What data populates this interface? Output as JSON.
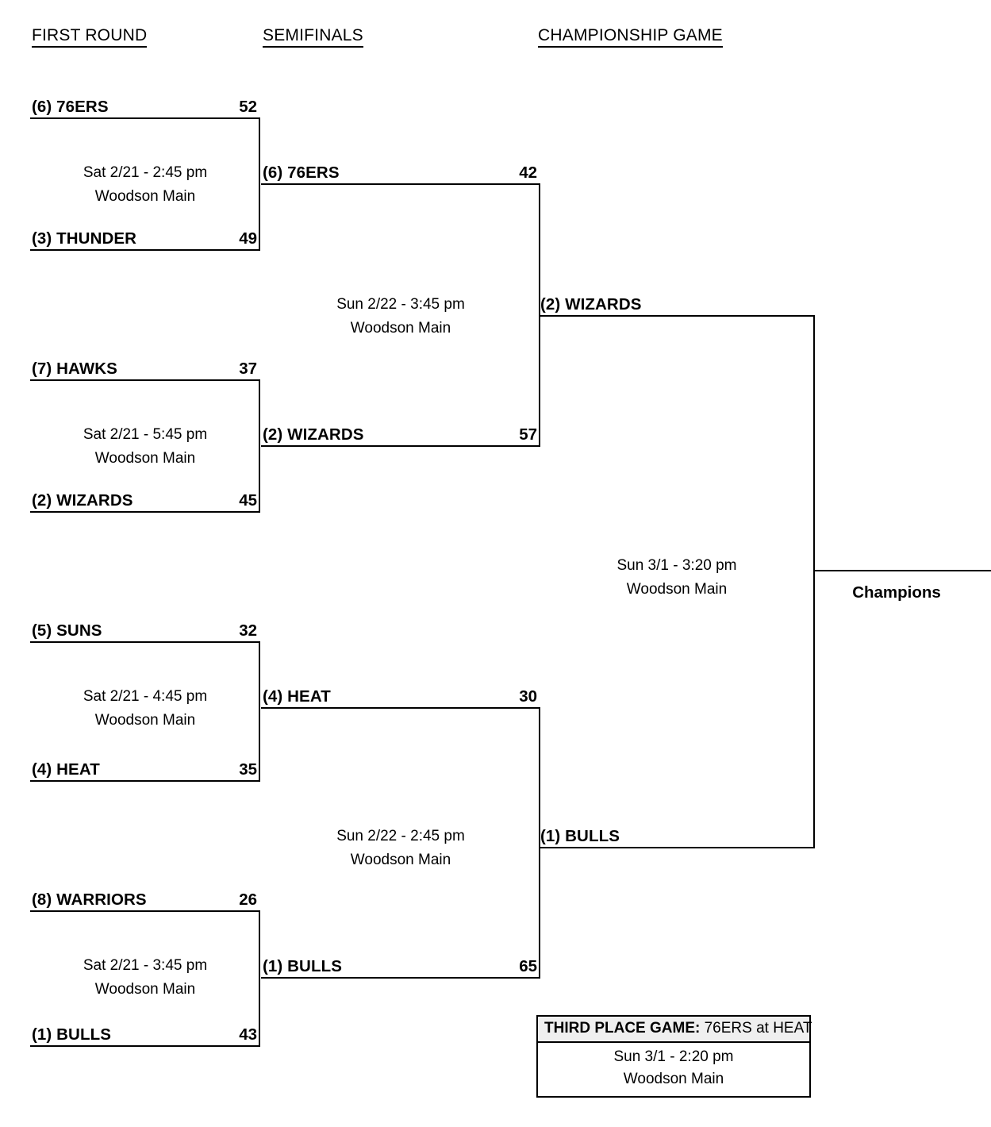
{
  "headers": {
    "first_round": "FIRST ROUND",
    "semifinals": "SEMIFINALS",
    "championship": "CHAMPIONSHIP GAME"
  },
  "first_round": [
    {
      "top": {
        "team": "(6) 76ERS",
        "score": "52"
      },
      "bottom": {
        "team": "(3) THUNDER",
        "score": "49"
      },
      "info": {
        "datetime": "Sat 2/21 - 2:45 pm",
        "venue": "Woodson Main"
      }
    },
    {
      "top": {
        "team": "(7) HAWKS",
        "score": "37"
      },
      "bottom": {
        "team": "(2) WIZARDS",
        "score": "45"
      },
      "info": {
        "datetime": "Sat 2/21 - 5:45 pm",
        "venue": "Woodson Main"
      }
    },
    {
      "top": {
        "team": "(5) SUNS",
        "score": "32"
      },
      "bottom": {
        "team": "(4) HEAT",
        "score": "35"
      },
      "info": {
        "datetime": "Sat 2/21 - 4:45 pm",
        "venue": "Woodson Main"
      }
    },
    {
      "top": {
        "team": "(8) WARRIORS",
        "score": "26"
      },
      "bottom": {
        "team": "(1) BULLS",
        "score": "43"
      },
      "info": {
        "datetime": "Sat 2/21 - 3:45 pm",
        "venue": "Woodson Main"
      }
    }
  ],
  "semifinals": [
    {
      "top": {
        "team": "(6) 76ERS",
        "score": "42"
      },
      "bottom": {
        "team": "(2) WIZARDS",
        "score": "57"
      },
      "info": {
        "datetime": "Sun 2/22 - 3:45 pm",
        "venue": "Woodson Main"
      }
    },
    {
      "top": {
        "team": "(4) HEAT",
        "score": "30"
      },
      "bottom": {
        "team": "(1) BULLS",
        "score": "65"
      },
      "info": {
        "datetime": "Sun 2/22 - 2:45 pm",
        "venue": "Woodson Main"
      }
    }
  ],
  "championship": {
    "top": {
      "team": "(2) WIZARDS",
      "score": ""
    },
    "bottom": {
      "team": "(1) BULLS",
      "score": ""
    },
    "info": {
      "datetime": "Sun 3/1 - 3:20 pm",
      "venue": "Woodson Main"
    },
    "champion_label": "Champions"
  },
  "third_place": {
    "title": "THIRD PLACE GAME:",
    "matchup": "76ERS at HEAT",
    "datetime": "Sun 3/1 - 2:20 pm",
    "venue": "Woodson Main"
  },
  "colors": {
    "line": "#000000",
    "third_place_header_bg": "#efefef",
    "page_bg": "#ffffff"
  }
}
